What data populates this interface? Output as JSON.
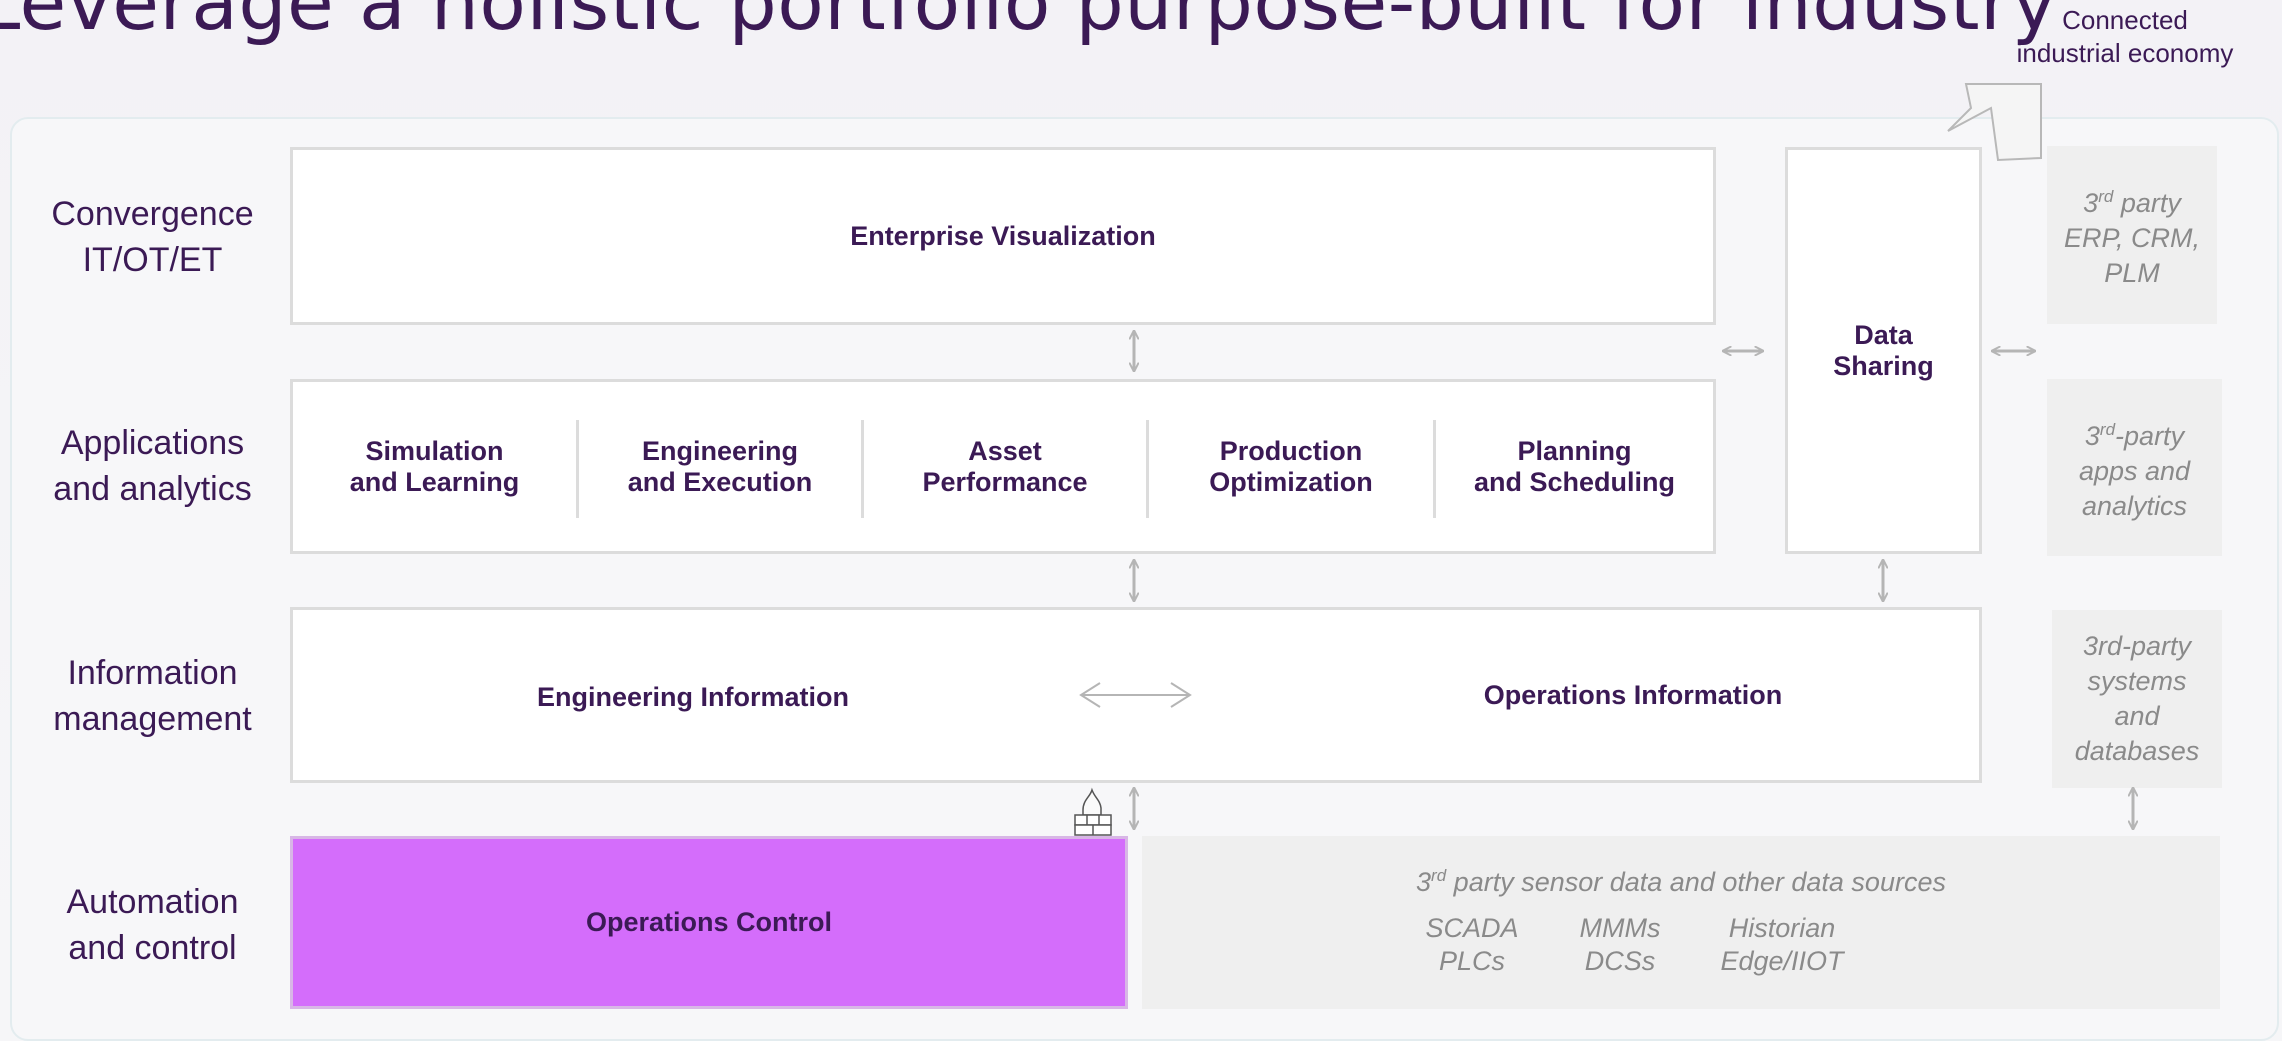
{
  "title": "Leverage a holistic portfolio purpose-built for industry",
  "connected": {
    "line1": "Connected",
    "line2": "industrial economy"
  },
  "layers": [
    {
      "line1": "Convergence",
      "line2": "IT/OT/ET"
    },
    {
      "line1": "Applications",
      "line2": "and analytics"
    },
    {
      "line1": "Information",
      "line2": "management"
    },
    {
      "line1": "Automation",
      "line2": "and control"
    }
  ],
  "enterprise_visualization": "Enterprise Visualization",
  "apps": [
    {
      "line1": "Simulation",
      "line2": "and Learning"
    },
    {
      "line1": "Engineering",
      "line2": "and Execution"
    },
    {
      "line1": "Asset",
      "line2": "Performance"
    },
    {
      "line1": "Production",
      "line2": "Optimization"
    },
    {
      "line1": "Planning",
      "line2": "and Scheduling"
    }
  ],
  "data_sharing": {
    "line1": "Data",
    "line2": "Sharing"
  },
  "engineering_information": "Engineering Information",
  "operations_information": "Operations Information",
  "operations_control": "Operations Control",
  "third_party": {
    "erp": {
      "sup": "rd",
      "line1_suffix": " party",
      "line2": "ERP, CRM,",
      "line3": "PLM",
      "num": "3"
    },
    "apps": {
      "num": "3",
      "sup": "rd",
      "line1_suffix": "-party",
      "line2": "apps and",
      "line3": "analytics"
    },
    "systems": {
      "line1": "3rd-party",
      "line2": "systems",
      "line3": "and",
      "line4": "databases"
    }
  },
  "sensor": {
    "num": "3",
    "sup": "rd",
    "heading_suffix": " party sensor data and other data sources",
    "cols": [
      {
        "a": "SCADA",
        "b": "PLCs"
      },
      {
        "a": "MMMs",
        "b": "DCSs"
      },
      {
        "a": "Historian",
        "b": "Edge/IIOT"
      }
    ]
  },
  "icons": [
    "firewall-icon",
    "connected-economy-arrow-icon",
    "double-arrow-icon"
  ],
  "colors": {
    "title": "#3b1a55",
    "operations_control": "#d46dfb",
    "third_party_text": "#8a8a8a"
  }
}
